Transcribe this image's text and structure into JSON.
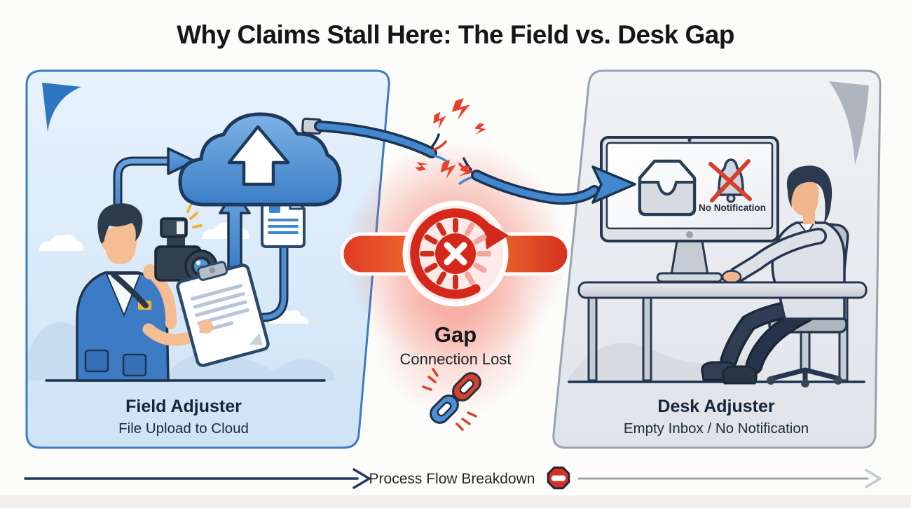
{
  "title": "Why Claims Stall Here: The Field vs. Desk Gap",
  "left_panel": {
    "heading": "Field Adjuster",
    "subheading": "File Upload to Cloud"
  },
  "right_panel": {
    "heading": "Desk Adjuster",
    "subheading": "Empty Inbox / No Notification",
    "monitor_label": "No Notification"
  },
  "gap": {
    "heading": "Gap",
    "subheading": "Connection Lost"
  },
  "footer": {
    "label": "Process Flow Breakdown"
  },
  "icons": {
    "cloud_upload": "cloud-upload-icon",
    "document": "document-icon",
    "camera": "camera-icon",
    "clipboard": "clipboard-icon",
    "broken_cable": "broken-cable-icon",
    "sync_error": "sync-error-icon",
    "broken_chain": "broken-chain-icon",
    "inbox": "inbox-icon",
    "bell_muted": "bell-muted-icon",
    "stop_sign": "stop-icon"
  },
  "colors": {
    "accent_blue": "#3f86cd",
    "navy_outline": "#1d3350",
    "error_red": "#d5281c",
    "error_orange": "#ee6e2d",
    "panel_blue": "#d9eaf8",
    "panel_gray": "#e9ebee",
    "warning_yellow": "#f2b23a"
  }
}
